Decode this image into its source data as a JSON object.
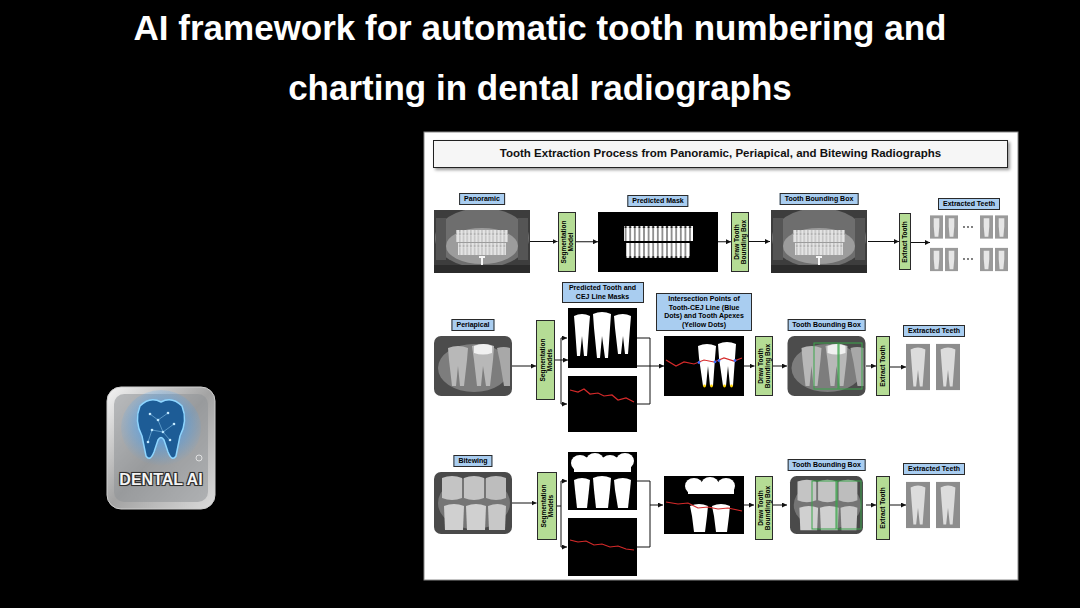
{
  "diagram": {
    "title": "AI framework for automatic tooth numbering and charting in dental radiographs",
    "nodes": [
      {
        "text": [
          "Tooth Extraction Process from Panoramic, Periapical, and Bitewing Radiographs"
        ]
      },
      {
        "text": [
          "Panoramic"
        ]
      },
      {
        "text": [
          "Segmentation Model"
        ]
      },
      {
        "text": [
          "Predicted Mask"
        ]
      },
      {
        "text": [
          "Draw Tooth Bounding Box"
        ]
      },
      {
        "text": [
          "Tooth Bounding Box"
        ]
      },
      {
        "text": [
          "Extract Tooth"
        ]
      },
      {
        "text": [
          "Extracted Teeth"
        ]
      },
      {
        "text": [
          "Periapical"
        ]
      },
      {
        "text": [
          "Segmentation Models"
        ]
      },
      {
        "text": [
          "Predicted Tooth and CEJ Line Masks"
        ]
      },
      {
        "text": [
          "Intersection Points of Tooth-CEJ Line (Blue Dots) and Tooth Apexes (Yellow Dots)"
        ]
      },
      {
        "text": [
          "Draw Tooth Bounding Box"
        ]
      },
      {
        "text": [
          "Tooth Bounding Box"
        ]
      },
      {
        "text": [
          "Extract Tooth"
        ]
      },
      {
        "text": [
          "Extracted Teeth"
        ]
      },
      {
        "text": [
          "Bitewing"
        ]
      },
      {
        "text": [
          "Segmentation Models"
        ]
      },
      {
        "text": [
          "Draw Tooth Bounding Box"
        ]
      },
      {
        "text": [
          "Tooth Bounding Box"
        ]
      },
      {
        "text": [
          "Extract Tooth"
        ]
      },
      {
        "text": [
          "Extracted Teeth"
        ]
      }
    ],
    "edges": [
      {
        "from": 1,
        "to": 2,
        "arrow": "to"
      },
      {
        "from": 2,
        "to": 3,
        "arrow": "to"
      },
      {
        "from": 3,
        "to": 4,
        "arrow": "to"
      },
      {
        "from": 4,
        "to": 5,
        "arrow": "to"
      },
      {
        "from": 5,
        "to": 6,
        "arrow": "to"
      },
      {
        "from": 6,
        "to": 7,
        "arrow": "to"
      },
      {
        "from": 8,
        "to": 9,
        "arrow": "to"
      },
      {
        "from": 9,
        "to": 10,
        "arrow": "to"
      },
      {
        "from": 10,
        "to": 11,
        "arrow": "to"
      },
      {
        "from": 11,
        "to": 12,
        "arrow": "to"
      },
      {
        "from": 12,
        "to": 13,
        "arrow": "to"
      },
      {
        "from": 13,
        "to": 14,
        "arrow": "to"
      },
      {
        "from": 14,
        "to": 15,
        "arrow": "to"
      },
      {
        "from": 16,
        "to": 17,
        "arrow": "to"
      },
      {
        "from": 18,
        "to": 19,
        "arrow": "to"
      },
      {
        "from": 19,
        "to": 20,
        "arrow": "to"
      },
      {
        "from": 20,
        "to": 21,
        "arrow": "to"
      }
    ],
    "labels": [
      "DENTAL AI"
    ]
  }
}
